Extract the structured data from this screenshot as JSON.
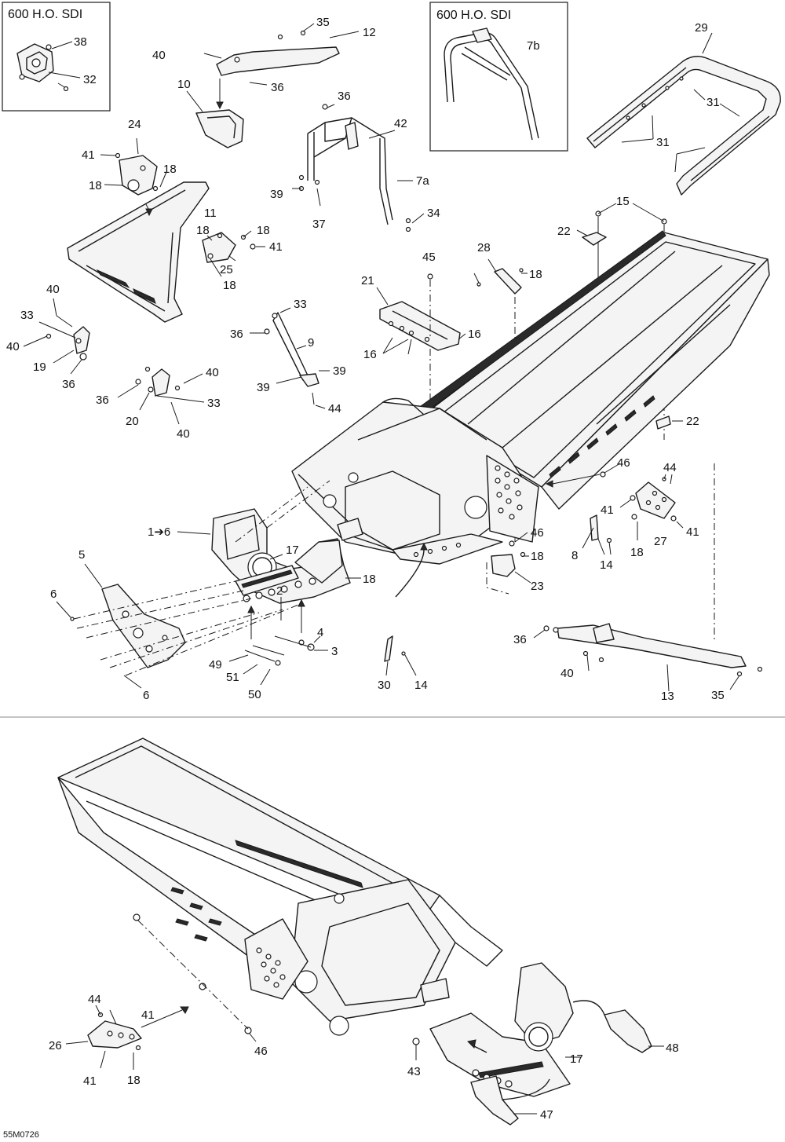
{
  "inset_left": {
    "title": "600 H.O. SDI"
  },
  "inset_right": {
    "title": "600 H.O. SDI"
  },
  "callouts_top": [
    "35",
    "12",
    "40",
    "36",
    "10",
    "38",
    "32",
    "24",
    "41",
    "18",
    "18",
    "11",
    "36",
    "42",
    "7a",
    "39",
    "37",
    "34",
    "7b",
    "29",
    "31",
    "31",
    "15",
    "22",
    "18",
    "18",
    "41",
    "25",
    "18",
    "45",
    "28",
    "18",
    "21",
    "16",
    "16",
    "33",
    "36",
    "9",
    "39",
    "39",
    "44",
    "40",
    "33",
    "40",
    "19",
    "36",
    "40",
    "36",
    "33",
    "20",
    "40",
    "22",
    "46",
    "44",
    "41",
    "41",
    "27",
    "18",
    "46",
    "18",
    "8",
    "14",
    "23",
    "1➔6",
    "17",
    "18",
    "5",
    "6",
    "2",
    "4",
    "3",
    "49",
    "51",
    "50",
    "6",
    "30",
    "14",
    "36",
    "40",
    "13",
    "35"
  ],
  "callouts_bottom": [
    "44",
    "41",
    "26",
    "18",
    "41",
    "46",
    "43",
    "17",
    "48",
    "47"
  ],
  "drawing_code": "55M0726"
}
